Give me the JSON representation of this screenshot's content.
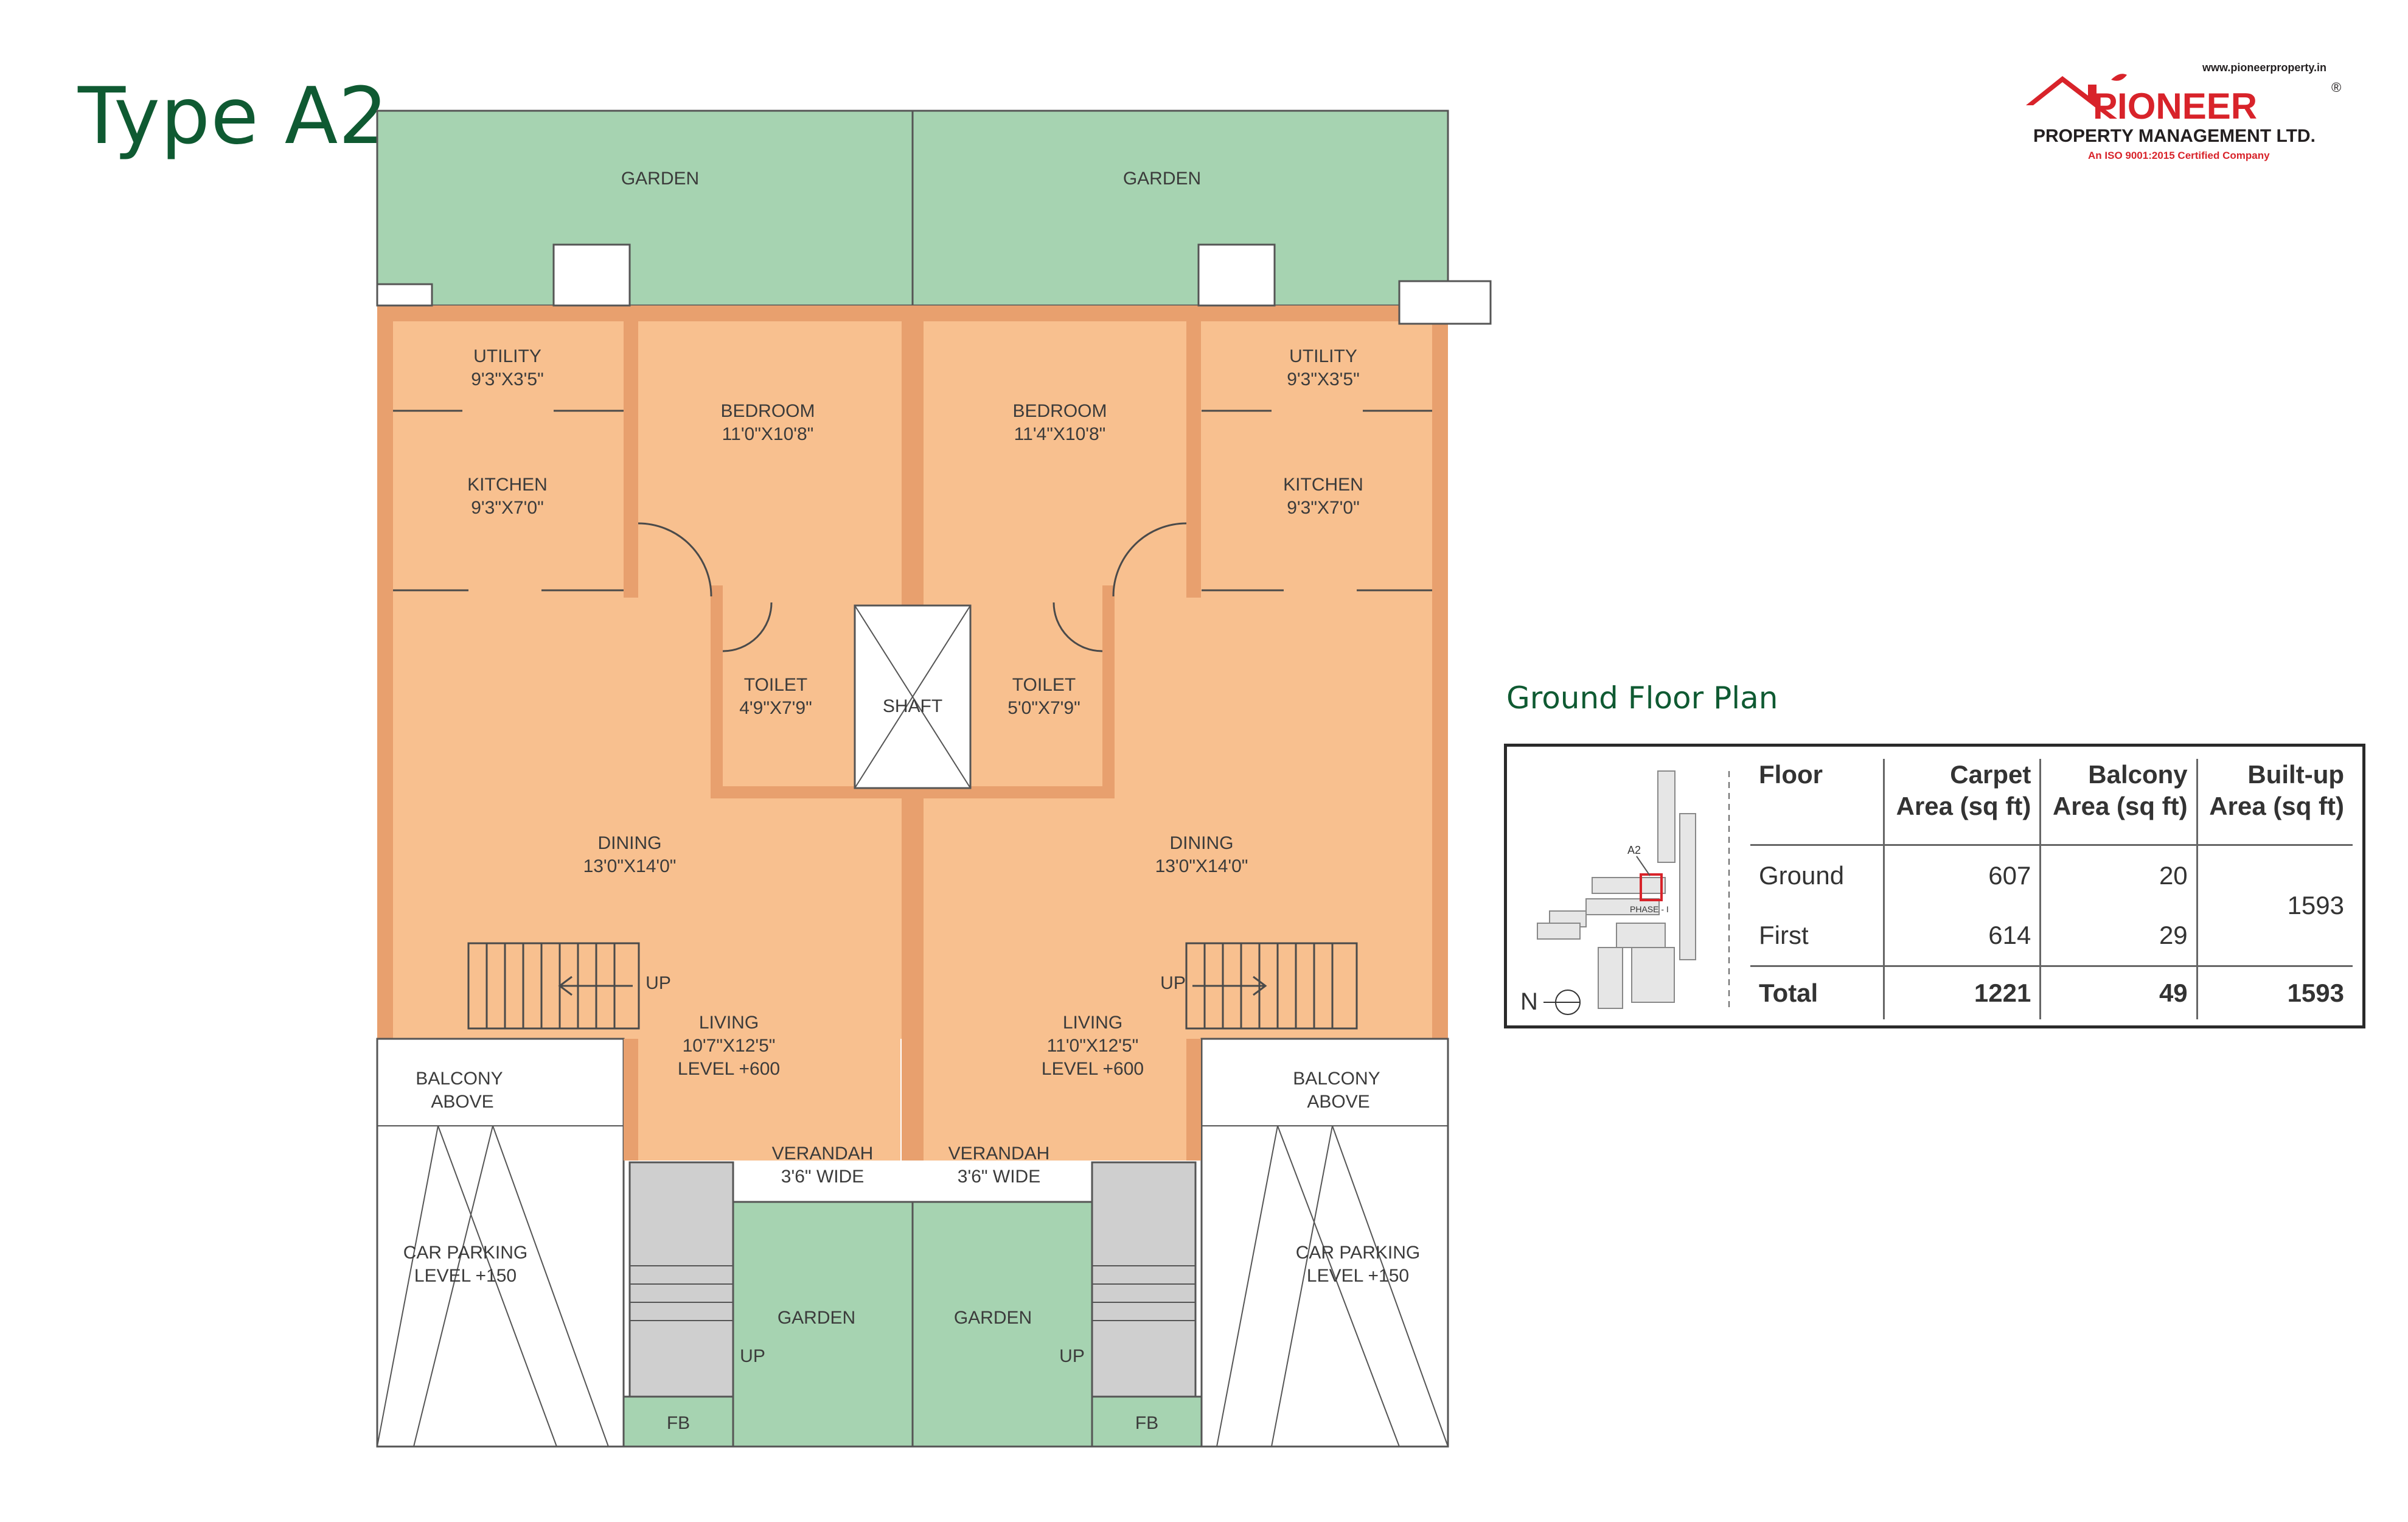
{
  "title": "Type A2",
  "brand": {
    "url": "www.pioneerproperty.in",
    "name": "PIONEER",
    "registered": "®",
    "subtitle": "PROPERTY MANAGEMENT LTD.",
    "certification": "An ISO 9001:2015 Certified Company",
    "colors": {
      "red": "#d8232a",
      "dark": "#231f20"
    }
  },
  "plan": {
    "colors": {
      "room": "#f8c08f",
      "wall": "#e8a06e",
      "garden": "#a6d3b1",
      "stairs": "#cfcfcf",
      "line": "#4a4a4a"
    },
    "rooms": {
      "garden_top_left": "GARDEN",
      "garden_top_right": "GARDEN",
      "utility_left": "UTILITY",
      "utility_left_dim": "9'3\"X3'5\"",
      "kitchen_left": "KITCHEN",
      "kitchen_left_dim": "9'3\"X7'0\"",
      "bedroom_left": "BEDROOM",
      "bedroom_left_dim": "11'0\"X10'8\"",
      "bedroom_right": "BEDROOM",
      "bedroom_right_dim": "11'4\"X10'8\"",
      "utility_right": "UTILITY",
      "utility_right_dim": "9'3\"X3'5\"",
      "kitchen_right": "KITCHEN",
      "kitchen_right_dim": "9'3\"X7'0\"",
      "toilet_left": "TOILET",
      "toilet_left_dim": "4'9\"X7'9\"",
      "shaft": "SHAFT",
      "toilet_right": "TOILET",
      "toilet_right_dim": "5'0\"X7'9\"",
      "dining_left": "DINING",
      "dining_left_dim": "13'0\"X14'0\"",
      "dining_right": "DINING",
      "dining_right_dim": "13'0\"X14'0\"",
      "up_stair_left": "UP",
      "up_stair_right": "UP",
      "living_left": "LIVING",
      "living_left_dim": "10'7\"X12'5\"",
      "living_left_level": "LEVEL +600",
      "living_right": "LIVING",
      "living_right_dim": "11'0\"X12'5\"",
      "living_right_level": "LEVEL +600",
      "balcony_left_1": "BALCONY",
      "balcony_left_2": "ABOVE",
      "balcony_right_1": "BALCONY",
      "balcony_right_2": "ABOVE",
      "verandah_left": "VERANDAH",
      "verandah_left_dim": "3'6\" WIDE",
      "verandah_right": "VERANDAH",
      "verandah_right_dim": "3'6\" WIDE",
      "carpark_left": "CAR PARKING",
      "carpark_left_level": "LEVEL +150",
      "carpark_right": "CAR PARKING",
      "carpark_right_level": "LEVEL +150",
      "garden_bottom_left": "GARDEN",
      "garden_bottom_right": "GARDEN",
      "up_entry_left": "UP",
      "up_entry_right": "UP",
      "fb_left": "FB",
      "fb_right": "FB"
    }
  },
  "ground_floor_heading": "Ground Floor Plan",
  "key_map": {
    "unit_label": "A2",
    "phase_label": "PHASE - I",
    "north_label": "N",
    "highlight_color": "#d8232a"
  },
  "area_table": {
    "headers": {
      "floor": "Floor",
      "carpet_1": "Carpet",
      "carpet_2": "Area (sq ft)",
      "balcony_1": "Balcony",
      "balcony_2": "Area (sq ft)",
      "builtup_1": "Built-up",
      "builtup_2": "Area (sq ft)"
    },
    "rows": [
      {
        "floor": "Ground",
        "carpet": "607",
        "balcony": "20"
      },
      {
        "floor": "First",
        "carpet": "614",
        "balcony": "29"
      }
    ],
    "builtup_combined": "1593",
    "total": {
      "label": "Total",
      "carpet": "1221",
      "balcony": "49",
      "builtup": "1593"
    }
  }
}
